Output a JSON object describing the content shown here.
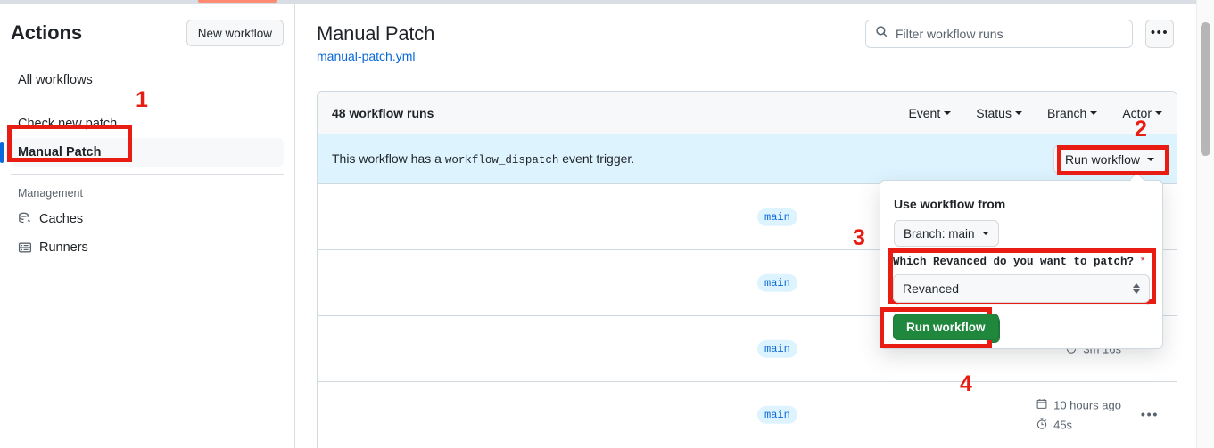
{
  "sidebar": {
    "title": "Actions",
    "new_workflow_label": "New workflow",
    "items": [
      {
        "label": "All workflows",
        "icon": "",
        "selected": false
      },
      {
        "label": "Check new patch",
        "icon": "",
        "selected": false
      },
      {
        "label": "Manual Patch",
        "icon": "",
        "selected": true
      }
    ],
    "management_label": "Management",
    "management_items": [
      {
        "label": "Caches",
        "icon": "cache-icon"
      },
      {
        "label": "Runners",
        "icon": "server-icon"
      }
    ]
  },
  "header": {
    "title": "Manual Patch",
    "file_link": "manual-patch.yml",
    "search_placeholder": "Filter workflow runs",
    "search_value": "",
    "kebab_label": "•••"
  },
  "runs": {
    "count_label": "48 workflow runs",
    "filters": [
      {
        "label": "Event"
      },
      {
        "label": "Status"
      },
      {
        "label": "Branch"
      },
      {
        "label": "Actor"
      }
    ],
    "dispatch_banner": {
      "text_before": "This workflow has a",
      "code": "workflow_dispatch",
      "text_after": "event trigger.",
      "run_button": "Run workflow"
    },
    "rows": [
      {
        "branch": "main",
        "timestamp": "",
        "duration": ""
      },
      {
        "branch": "main",
        "timestamp": "",
        "duration": ""
      },
      {
        "branch": "main",
        "timestamp": "",
        "duration": "3m 16s"
      },
      {
        "branch": "main",
        "timestamp": "10 hours ago",
        "duration": "45s"
      }
    ]
  },
  "dispatch_popover": {
    "use_workflow_from": "Use workflow from",
    "branch_select": "Branch: main",
    "input_label": "Which Revanced do you want to patch?",
    "required_marker": "*",
    "input_value": "Revanced",
    "submit_label": "Run workflow"
  },
  "annotations": {
    "numbers": [
      "1",
      "2",
      "3",
      "4"
    ]
  },
  "colors": {
    "accent": "#0969da",
    "green": "#1f883d",
    "annotation_red": "#e81c12",
    "banner_blue": "#ddf4ff",
    "orange_tab": "#fd8c73"
  }
}
